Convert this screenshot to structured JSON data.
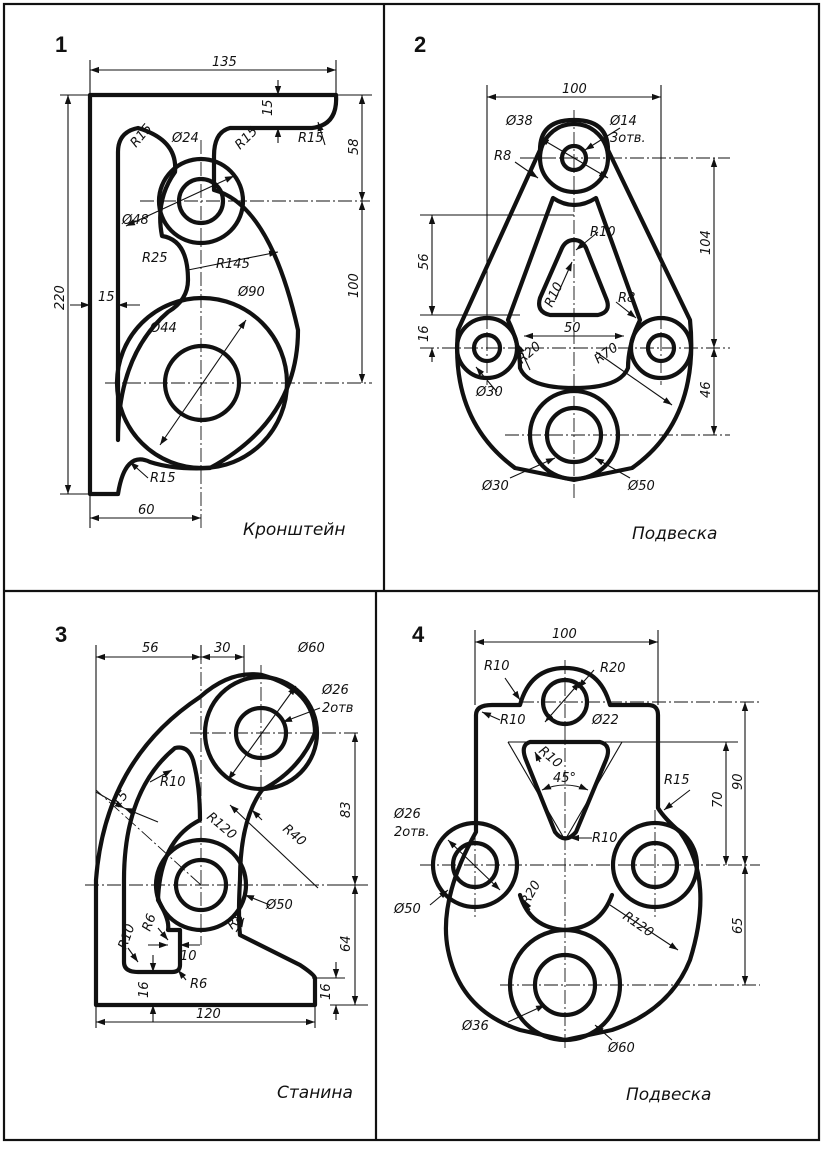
{
  "panels": [
    {
      "number": "1",
      "caption": "Кронштейн",
      "dims": [
        "135",
        "15",
        "R15",
        "R15",
        "R15",
        "58",
        "Ø24",
        "Ø48",
        "R25",
        "R145",
        "100",
        "220",
        "15",
        "Ø90",
        "Ø44",
        "R15",
        "60"
      ]
    },
    {
      "number": "2",
      "caption": "Подвеска",
      "dims": [
        "100",
        "Ø38",
        "Ø14",
        "3отв.",
        "R8",
        "R10",
        "104",
        "56",
        "R10",
        "R8",
        "50",
        "16",
        "R20",
        "R70",
        "Ø30",
        "46",
        "Ø30",
        "Ø50"
      ]
    },
    {
      "number": "3",
      "caption": "Станина",
      "dims": [
        "56",
        "30",
        "Ø60",
        "Ø26",
        "2отв",
        "R10",
        "15",
        "R120",
        "R40",
        "83",
        "Ø50",
        "R10",
        "R6",
        "10",
        "R8",
        "64",
        "R6",
        "16",
        "16",
        "120"
      ]
    },
    {
      "number": "4",
      "caption": "Подвеска",
      "dims": [
        "100",
        "R10",
        "R20",
        "R10",
        "Ø22",
        "R10",
        "45°",
        "R15",
        "70",
        "90",
        "Ø26",
        "2отв.",
        "R10",
        "R20",
        "Ø50",
        "R120",
        "65",
        "Ø36",
        "Ø60"
      ]
    }
  ]
}
